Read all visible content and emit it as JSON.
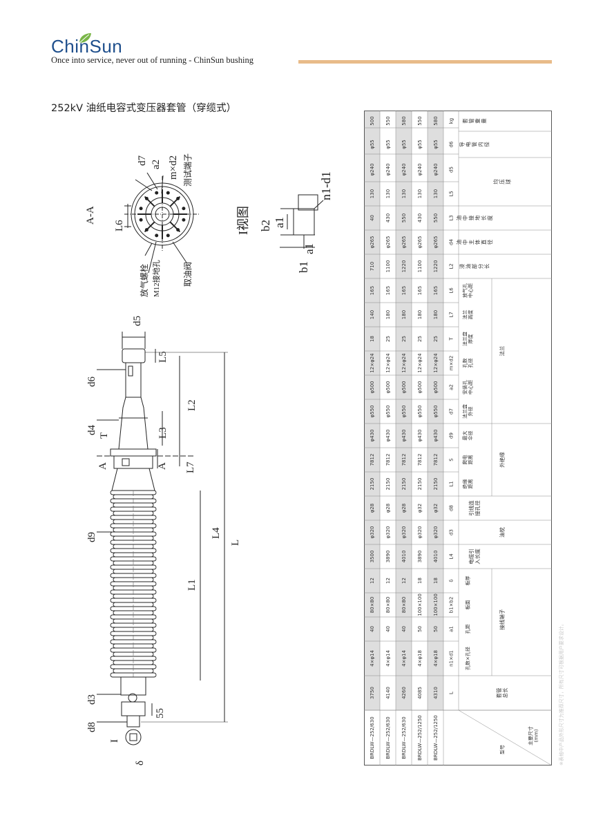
{
  "header": {
    "brand": "ChinSun",
    "slogan": "Once into service, never out of running - ChinSun bushing",
    "brand_color": "#1f4f8c",
    "leaf_color": "#7ab648",
    "bar_color": "#e8bb89"
  },
  "title": "252kV 油纸电容式变压器套管（穿缆式）",
  "drawing_labels": {
    "section": "A-A",
    "view": "I视图",
    "view_mark": "I",
    "d7": "d7",
    "a2": "a2",
    "mxd2": "m×d2",
    "test_tap": "测试端子",
    "L6": "L6",
    "vent": "放气螺栓",
    "ground": "M12接地孔",
    "oil_valve": "取油阀",
    "n1d1": "n1-d1",
    "b2": "b2",
    "a1": "a1",
    "b1": "b1",
    "d5": "d5",
    "L5": "L5",
    "d6": "d6",
    "L2": "L2",
    "d4": "d4",
    "T": "T",
    "L3": "L3",
    "A": "A",
    "L7": "L7",
    "d9": "d9",
    "L4": "L4",
    "L": "L",
    "L1": "L1",
    "d3": "d3",
    "55": "55",
    "d8": "d8",
    "delta": "δ"
  },
  "table": {
    "corner_top": "主要尺寸\n(mm)",
    "corner_bottom": "型号",
    "group_labels": {
      "terminal": "接线端子",
      "cable_len": "电缆引\n入长度",
      "oil_pillow": "油枕",
      "lead_hole": "引线连\n接孔径",
      "outer_ins": "外绝缘",
      "flange": "法兰",
      "immersed": "浸\n油\n部\n分\n长",
      "oil_dia": "油\n中\n主\n体\n直\n径",
      "oil_ground": "油\n中\n接\n地\n长\n度",
      "shield": "均\n压\n球",
      "tube_dia": "导\n电\n管\n内\n径",
      "weight": "套\n管\n重\n量",
      "total": "套管\n总长"
    },
    "sub_labels": [
      "孔数×孔径",
      "孔距",
      "板面",
      "板厚",
      "绝缘\n距离",
      "爬电\n距离",
      "最大\n伞径",
      "法兰盘\n外径",
      "安装孔\n中心距",
      "孔数\n孔径",
      "法兰盘\n厚度",
      "法兰\n高度",
      "放气孔\n中心距"
    ],
    "symbols": [
      "L",
      "n1×d1",
      "a1",
      "b1×b2",
      "δ",
      "L4",
      "d3",
      "d8",
      "L1",
      "S",
      "d9",
      "d7",
      "a2",
      "m×d2",
      "T",
      "L7",
      "L6",
      "L2",
      "d4",
      "L3",
      "L5",
      "d5",
      "d6",
      "kg"
    ],
    "rows": [
      {
        "model": "BRDLW—252/630",
        "cells": [
          "3750",
          "4×φ14",
          "40",
          "80×80",
          "12",
          "3500",
          "φ320",
          "φ28",
          "2150",
          "7812",
          "φ430",
          "φ550",
          "φ500",
          "12×φ24",
          "18",
          "140",
          "165",
          "710",
          "φ265",
          "40",
          "130",
          "φ240",
          "φ55",
          "500"
        ]
      },
      {
        "model": "BRDLW—252/630",
        "cells": [
          "4140",
          "4×φ14",
          "40",
          "80×80",
          "12",
          "3890",
          "φ320",
          "φ28",
          "2150",
          "7812",
          "φ430",
          "φ550",
          "φ500",
          "12×φ24",
          "25",
          "180",
          "165",
          "1100",
          "φ265",
          "430",
          "130",
          "φ240",
          "φ55",
          "550"
        ]
      },
      {
        "model": "BRDLW—252/630",
        "cells": [
          "4260",
          "4×φ14",
          "40",
          "80×80",
          "12",
          "4010",
          "φ320",
          "φ28",
          "2150",
          "7812",
          "φ430",
          "φ550",
          "φ500",
          "12×φ24",
          "25",
          "180",
          "165",
          "1220",
          "φ265",
          "550",
          "130",
          "φ240",
          "φ55",
          "580"
        ]
      },
      {
        "model": "BRDLW—252/1250",
        "cells": [
          "4085",
          "4×φ18",
          "50",
          "100×100",
          "18",
          "3890",
          "φ320",
          "φ32",
          "2150",
          "7812",
          "φ430",
          "φ550",
          "φ500",
          "12×φ24",
          "25",
          "180",
          "165",
          "1100",
          "φ265",
          "430",
          "130",
          "φ240",
          "φ55",
          "550"
        ]
      },
      {
        "model": "BRDLW—252/1250",
        "cells": [
          "4310",
          "4×φ18",
          "50",
          "100×100",
          "18",
          "4010",
          "φ320",
          "φ32",
          "2150",
          "7812",
          "φ430",
          "φ550",
          "φ500",
          "12×φ24",
          "25",
          "180",
          "165",
          "1220",
          "φ265",
          "550",
          "130",
          "φ240",
          "φ55",
          "580"
        ]
      }
    ],
    "row_colors": {
      "white": "#ffffff",
      "gray": "#dedede"
    },
    "footnote": "※表格中产品外形尺寸为推荐尺寸，所有尺寸可根据用户要求设计。"
  }
}
